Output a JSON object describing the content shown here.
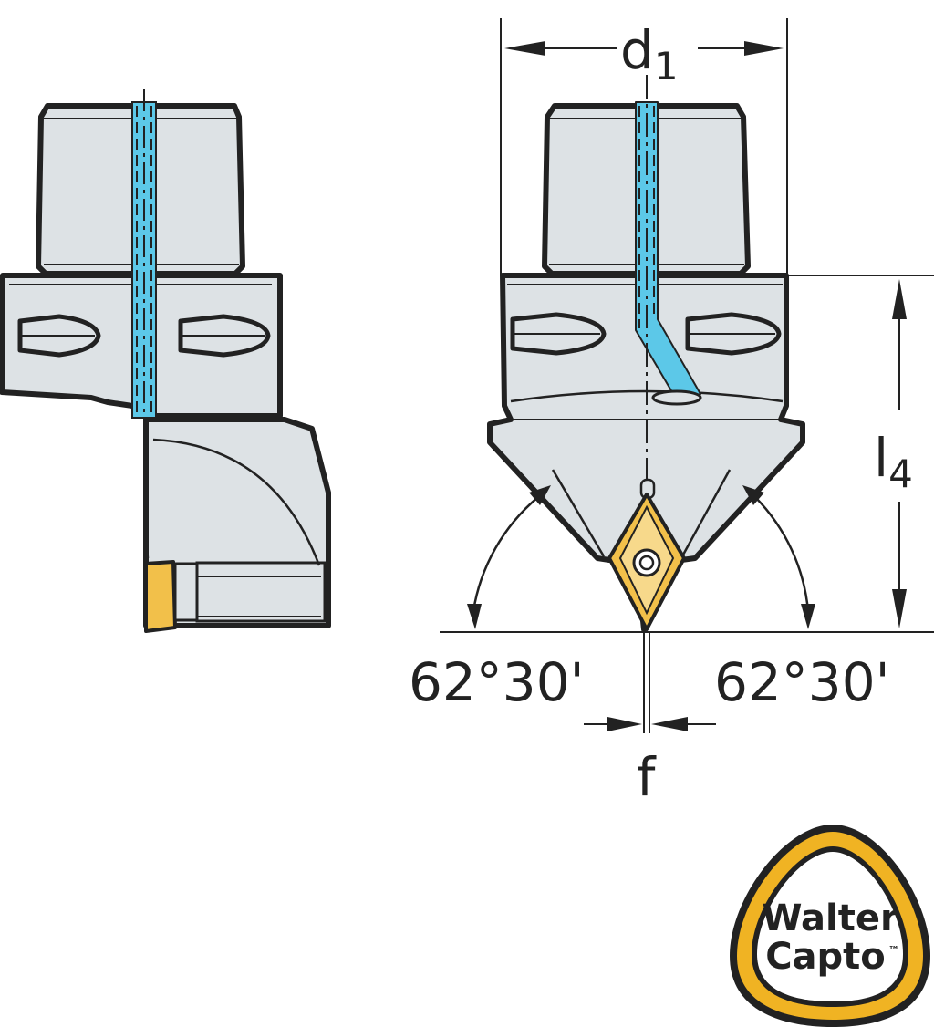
{
  "labels": {
    "d_main": "d",
    "d_sub": "1",
    "l_main": "l",
    "l_sub": "4",
    "angle_left": "62°30'",
    "angle_right": "62°30'",
    "f": "f"
  },
  "logo": {
    "line1": "Walter",
    "line2": "Capto",
    "tm": "™"
  },
  "colors": {
    "body": "#dde2e5",
    "outline": "#222222",
    "coolant": "#5cc8e8",
    "insert": "#f2c04a",
    "insert_light": "#f7d98b",
    "logo_ring": "#f0b323"
  }
}
